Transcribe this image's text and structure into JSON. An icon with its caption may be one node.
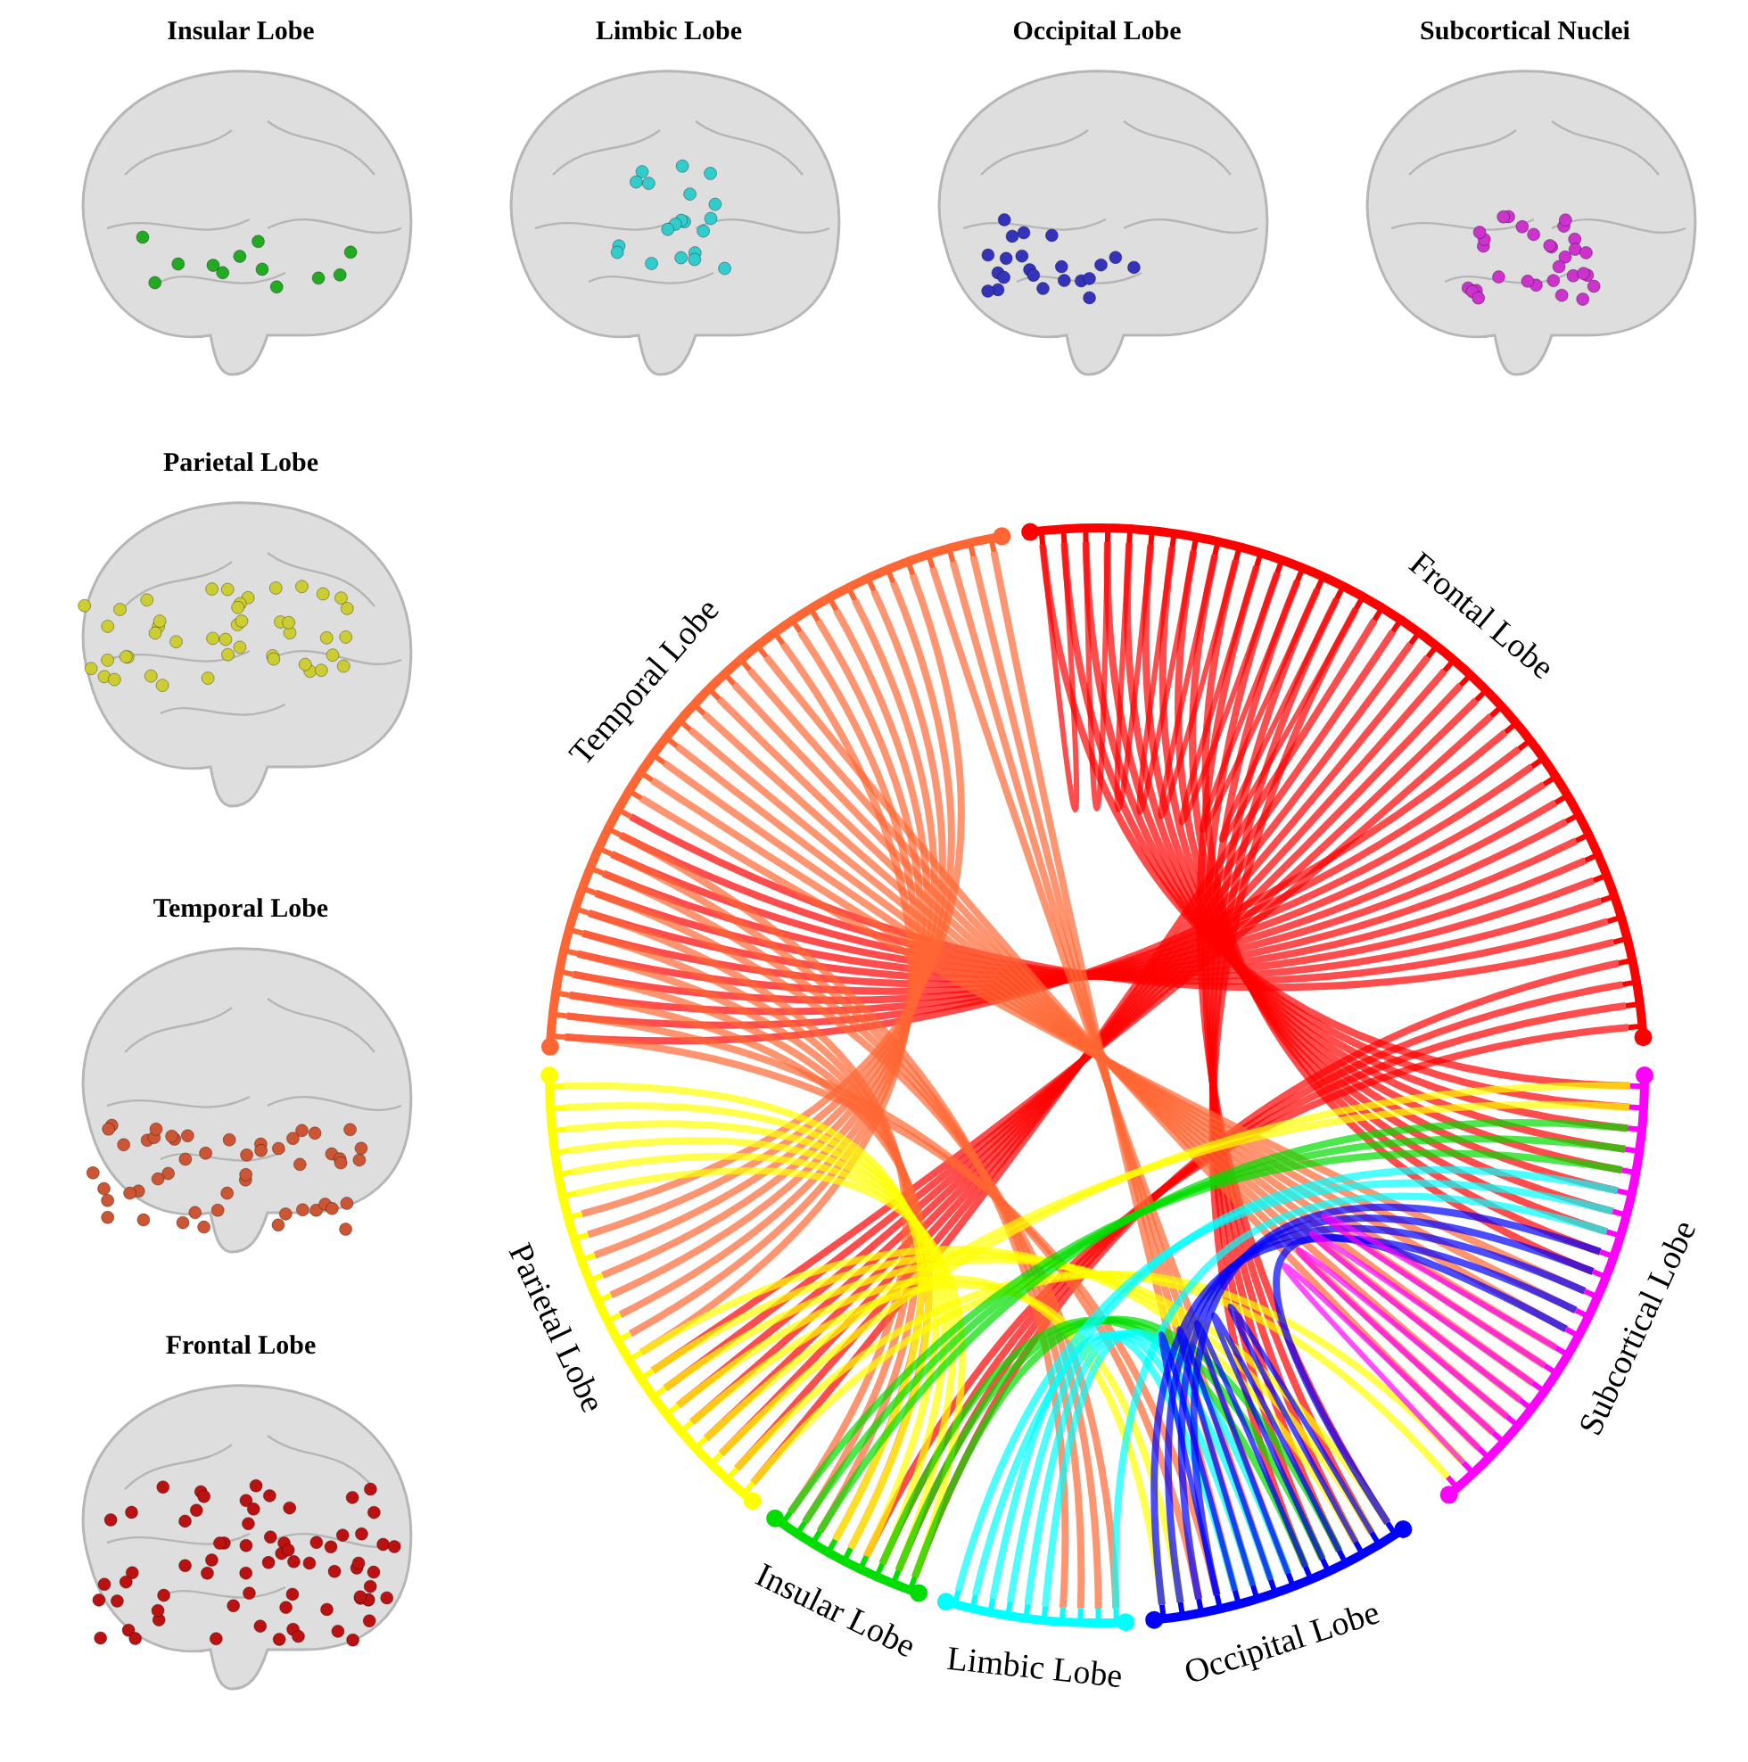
{
  "diagram": {
    "nodes": [
      {
        "text": [
          "Insular Lobe"
        ]
      },
      {
        "text": [
          "Limbic Lobe"
        ]
      },
      {
        "text": [
          "Occipital Lobe"
        ]
      },
      {
        "text": [
          "Subcortical Nuclei"
        ]
      },
      {
        "text": [
          "Parietal Lobe"
        ]
      },
      {
        "text": [
          "Temporal Lobe"
        ]
      },
      {
        "text": [
          "Frontal Lobe"
        ]
      }
    ],
    "labels": [
      "Frontal Lobe",
      "Subcortical Lobe",
      "Occipital Lobe",
      "Limbic Lobe",
      "Insular Lobe",
      "Parietal Lobe",
      "Temporal Lobe"
    ]
  }
}
